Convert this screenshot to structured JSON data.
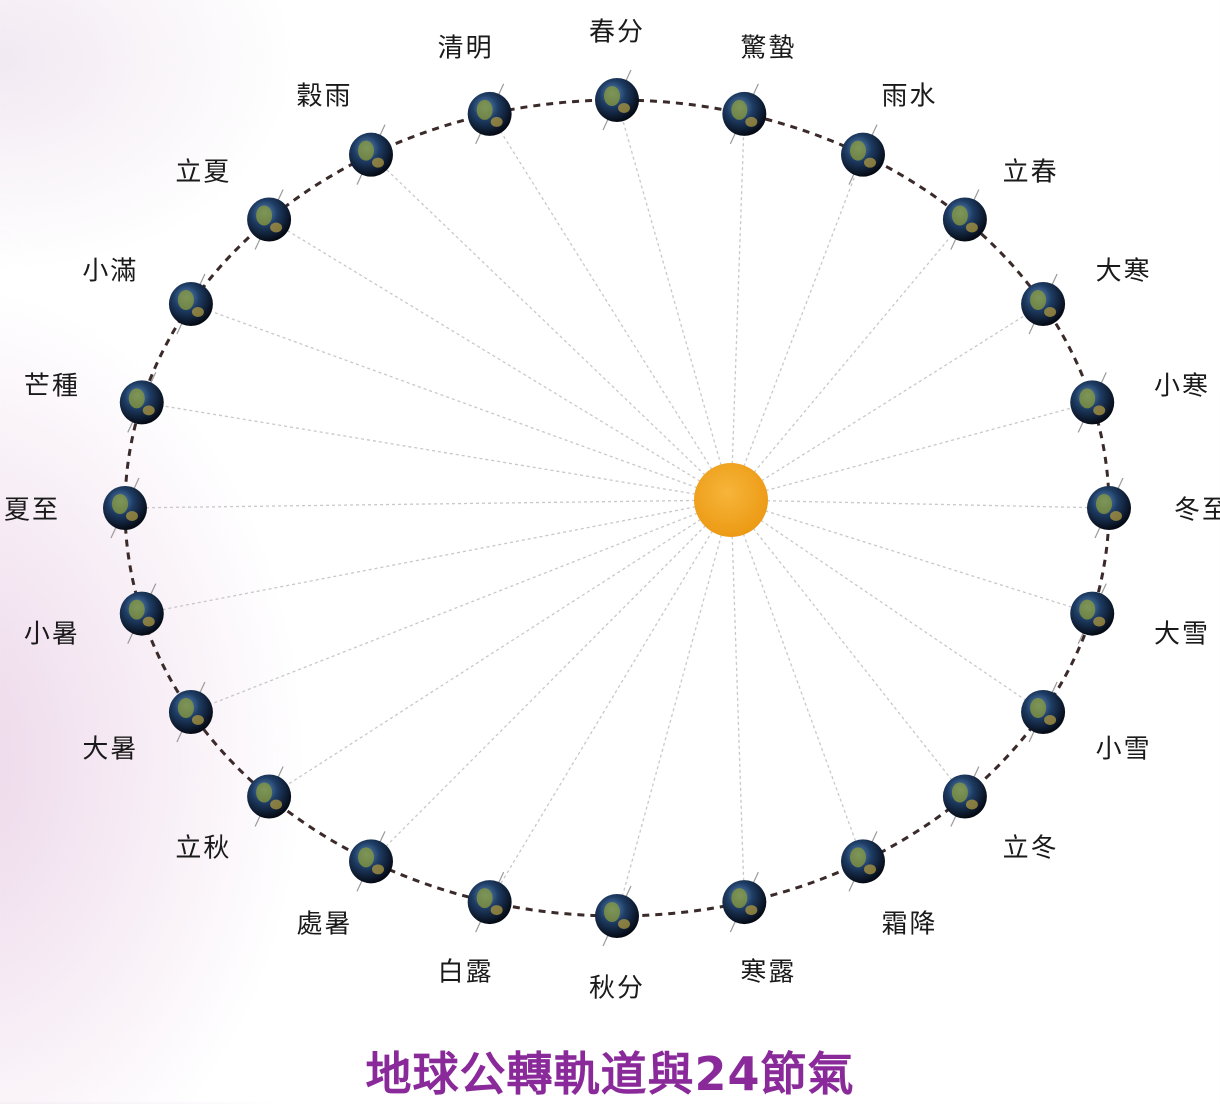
{
  "caption": "地球公轉軌道與24節氣",
  "colors": {
    "sun": "#f0a020",
    "orbit": "#3a2a2a",
    "ray": "#c8c8c8",
    "caption": "#8a2a9a",
    "earth_ocean": "#1e3c64",
    "earth_land": "#8a9a3a"
  },
  "icons": {
    "sun": "sun-icon",
    "earth": "earth-icon"
  },
  "solar_terms": [
    {
      "label": "冬至",
      "angle_deg": 0
    },
    {
      "label": "小寒",
      "angle_deg": 15
    },
    {
      "label": "大寒",
      "angle_deg": 30
    },
    {
      "label": "立春",
      "angle_deg": 45
    },
    {
      "label": "雨水",
      "angle_deg": 60
    },
    {
      "label": "驚蟄",
      "angle_deg": 75
    },
    {
      "label": "春分",
      "angle_deg": 90
    },
    {
      "label": "清明",
      "angle_deg": 105
    },
    {
      "label": "穀雨",
      "angle_deg": 120
    },
    {
      "label": "立夏",
      "angle_deg": 135
    },
    {
      "label": "小滿",
      "angle_deg": 150
    },
    {
      "label": "芒種",
      "angle_deg": 165
    },
    {
      "label": "夏至",
      "angle_deg": 180
    },
    {
      "label": "小暑",
      "angle_deg": 195
    },
    {
      "label": "大暑",
      "angle_deg": 210
    },
    {
      "label": "立秋",
      "angle_deg": 225
    },
    {
      "label": "處暑",
      "angle_deg": 240
    },
    {
      "label": "白露",
      "angle_deg": 255
    },
    {
      "label": "秋分",
      "angle_deg": 270
    },
    {
      "label": "寒露",
      "angle_deg": 285
    },
    {
      "label": "霜降",
      "angle_deg": 300
    },
    {
      "label": "立冬",
      "angle_deg": 315
    },
    {
      "label": "小雪",
      "angle_deg": 330
    },
    {
      "label": "大雪",
      "angle_deg": 345
    }
  ]
}
